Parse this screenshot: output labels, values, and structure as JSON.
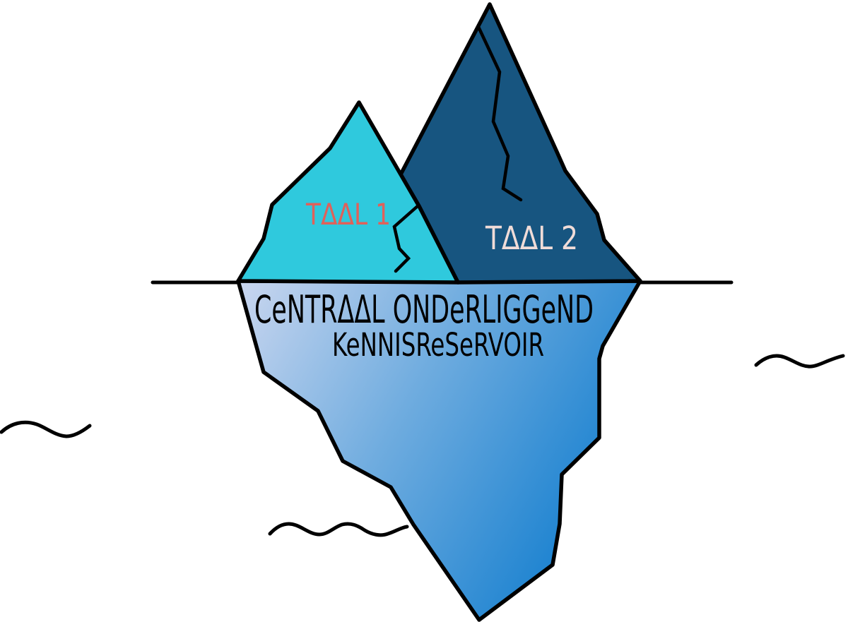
{
  "diagram": {
    "kind": "dual-iceberg-model",
    "labels": {
      "taal1": "TAAL 1",
      "taal2": "TAAL 2",
      "title_line1": "CENTRAAL ONDERLIGGEND",
      "title_line2": "KENNISRESERVOIR"
    },
    "colors": {
      "background": "#FFFFFF",
      "outline": "#000000",
      "iceberg1_fill": "#2FC9DD",
      "iceberg2_fill": "#175580",
      "underwater_light": "#C9D6EF",
      "underwater_mid": "#6FACDF",
      "underwater_deep": "#0F7CCE",
      "taal1_label_color": "#E0615A",
      "taal2_label_color": "#F0DCD8",
      "title_color": "#000000"
    }
  }
}
